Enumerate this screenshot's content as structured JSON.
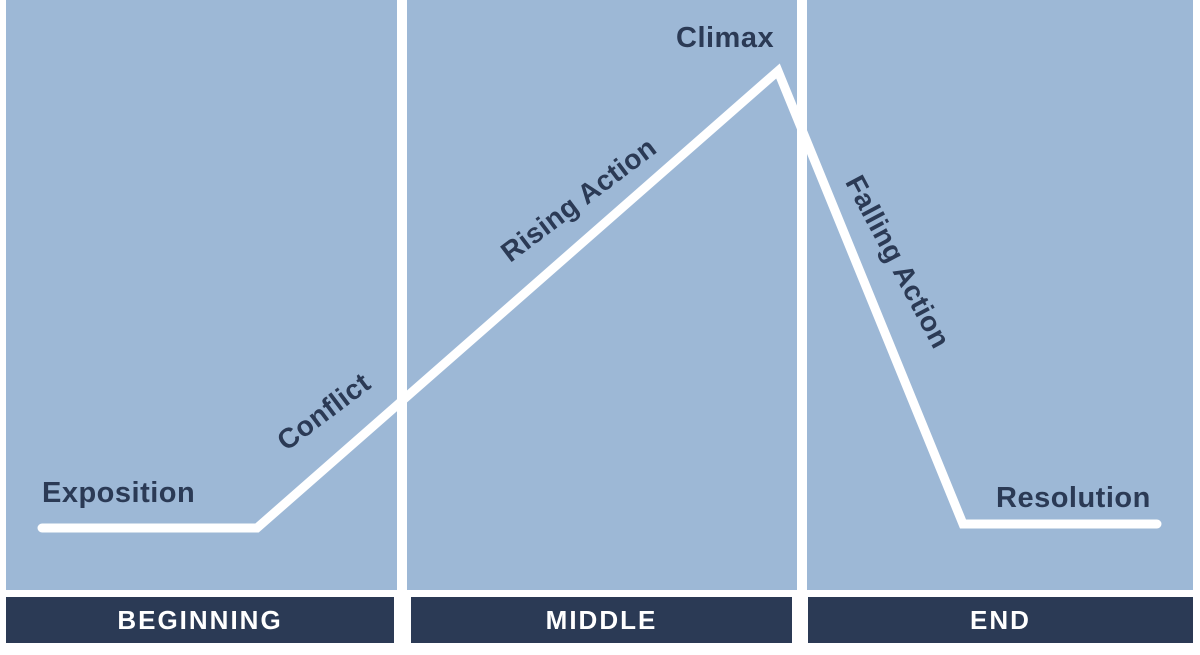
{
  "diagram": {
    "type": "story-plot-structure",
    "colors": {
      "panel_blue": "#9db8d6",
      "navy": "#2b3a55",
      "line": "#ffffff",
      "background": "#ffffff",
      "bar_text": "#ffffff"
    },
    "labels": {
      "exposition": "Exposition",
      "conflict": "Conflict",
      "rising_action": "Rising Action",
      "climax": "Climax",
      "falling_action": "Falling Action",
      "resolution": "Resolution"
    },
    "sections": [
      {
        "id": "beginning",
        "label": "BEGINNING"
      },
      {
        "id": "middle",
        "label": "MIDDLE"
      },
      {
        "id": "end",
        "label": "END"
      }
    ],
    "line_points": "42,528 257,528 778,71 963,524 1157,524",
    "line_stroke_width": "9"
  }
}
